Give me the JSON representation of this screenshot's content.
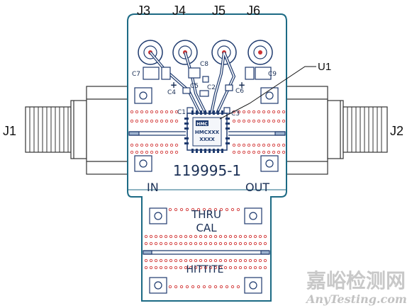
{
  "connectors": {
    "top": [
      "J3",
      "J4",
      "J5",
      "J6"
    ],
    "left": "J1",
    "right": "J2"
  },
  "ic": {
    "ref": "U1",
    "marking_line1": "HMC",
    "marking_line2": "HMCXXX",
    "marking_line3": "XXXX"
  },
  "components": {
    "c1": "C1",
    "c2": "C2",
    "c3": "C3",
    "c4": "C4",
    "c5": "C5",
    "c6": "C6",
    "c7": "C7",
    "c8": "C8",
    "c9": "C9"
  },
  "silkscreen": {
    "part_number": "119995-1",
    "in": "IN",
    "out": "OUT",
    "thru_line1": "THRU",
    "thru_line2": "CAL",
    "brand": "HITTITE"
  },
  "watermark": {
    "cn": "嘉峪检测网",
    "en": "AnyTesting.com"
  },
  "colors": {
    "board_outline": "#1c6a84",
    "trace": "#1e3a6e",
    "via": "#d33a3a",
    "silk": "#1a2f55"
  }
}
